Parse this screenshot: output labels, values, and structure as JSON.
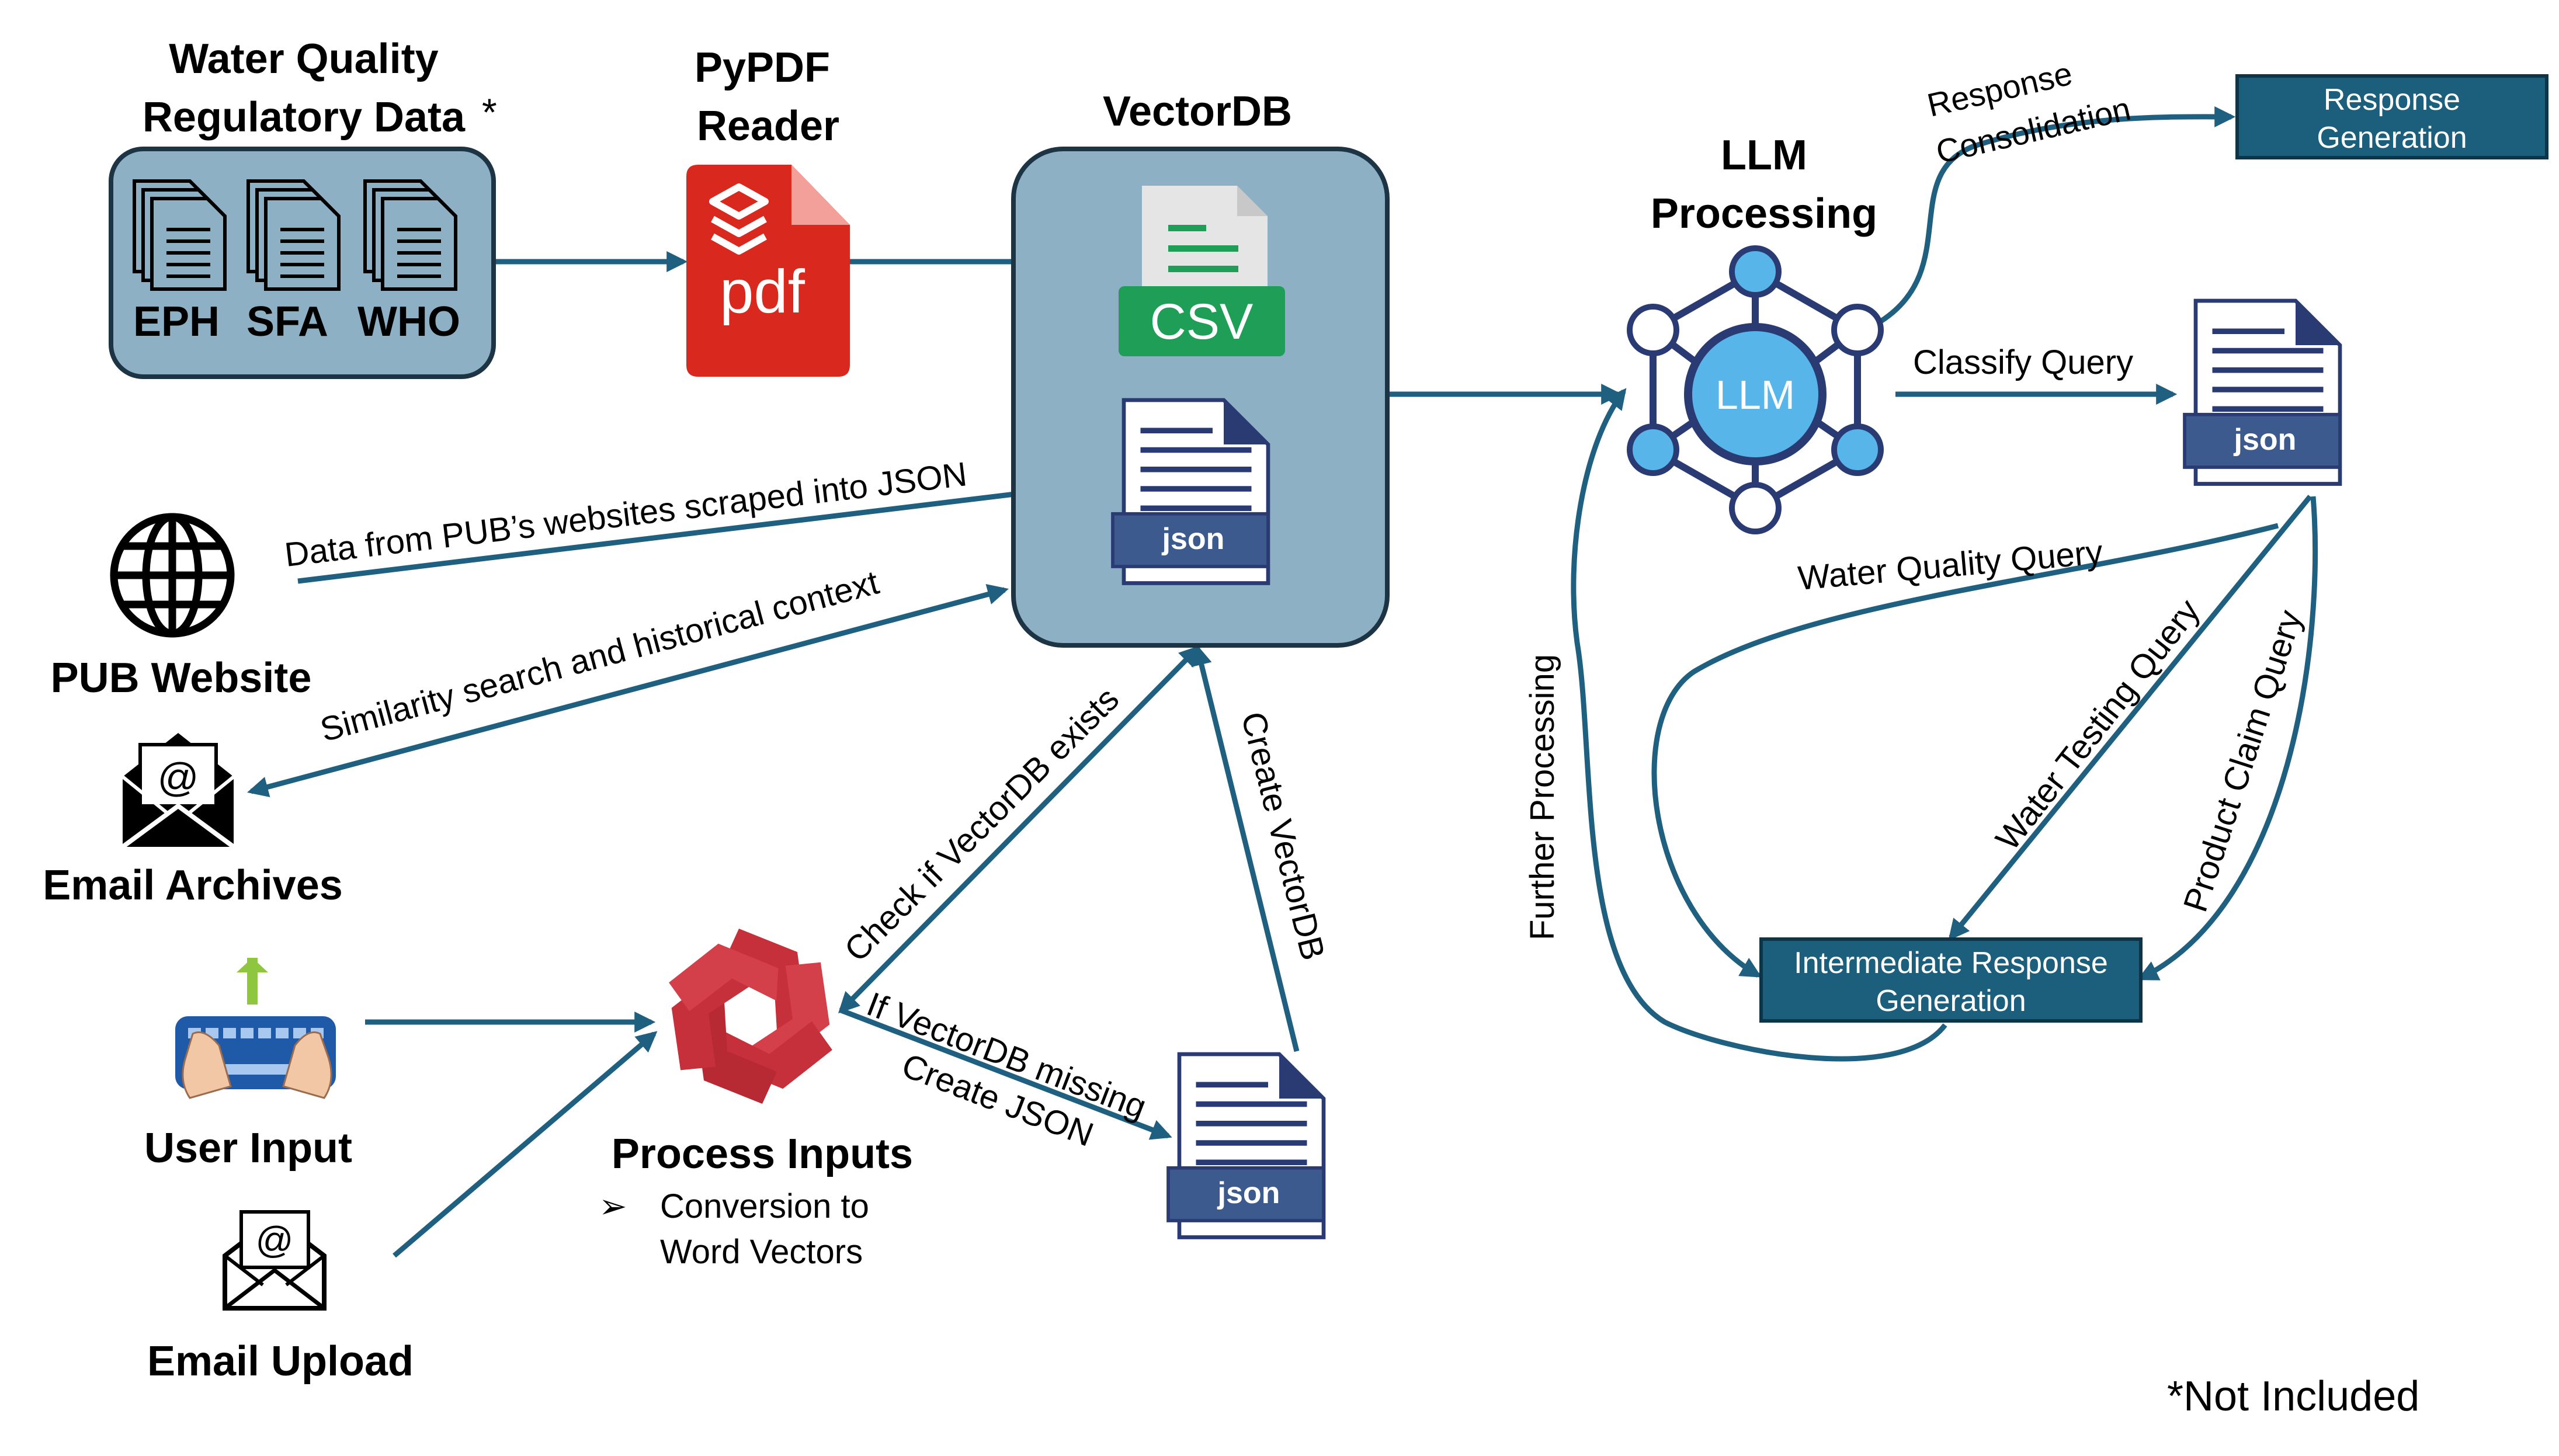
{
  "sources": {
    "regulatory": {
      "title_line1": "Water Quality",
      "title_line2": "Regulatory Data",
      "asterisk": "*",
      "docs": [
        "EPH",
        "SFA",
        "WHO"
      ]
    },
    "pub_website": {
      "label": "PUB Website"
    },
    "email_archives": {
      "label": "Email Archives"
    },
    "user_input": {
      "label": "User Input"
    },
    "email_upload": {
      "label": "Email Upload"
    }
  },
  "pypdf": {
    "line1": "PyPDF",
    "line2": "Reader",
    "icon_text": "pdf"
  },
  "vectordb": {
    "title": "VectorDB",
    "csv_text": "CSV",
    "json_text": "json"
  },
  "process_inputs": {
    "title": "Process Inputs",
    "bullet": "➢",
    "bullet_line1": "Conversion to",
    "bullet_line2": "Word Vectors"
  },
  "new_json": {
    "text": "json"
  },
  "llm": {
    "title_line1": "LLM",
    "title_line2": "Processing",
    "node_text": "LLM"
  },
  "classified_json": {
    "text": "json"
  },
  "response_generation": {
    "line1": "Response",
    "line2": "Generation"
  },
  "intermediate": {
    "line1": "Intermediate Response",
    "line2": "Generation"
  },
  "edge_labels": {
    "pub_scraped": "Data from PUB’s websites scraped into JSON",
    "similarity": "Similarity search and historical context",
    "check_vectordb": "Check if VectorDB exists",
    "create_vectordb": "Create VectorDB",
    "if_missing": "If VectorDB missing",
    "create_json": "Create JSON",
    "response_consolidation_1": "Response",
    "response_consolidation_2": "Consolidation",
    "classify_query": "Classify Query",
    "water_quality_query": "Water Quality Query",
    "water_testing_query": "Water Testing Query",
    "product_claim_query": "Product Claim Query",
    "further_processing": "Further Processing"
  },
  "footnote": "*Not Included",
  "colors": {
    "arrow": "#1f6080",
    "box_fill": "#8eb0c4",
    "box_stroke": "#1c3444",
    "dark_box": "#1b5f7c",
    "pdf_red": "#d9291e",
    "csv_green": "#1f9e57",
    "json_band": "#3d5a8e",
    "llm_blue": "#58b5ea",
    "llm_dark": "#2a3b74",
    "process_red": "#c6303a"
  }
}
